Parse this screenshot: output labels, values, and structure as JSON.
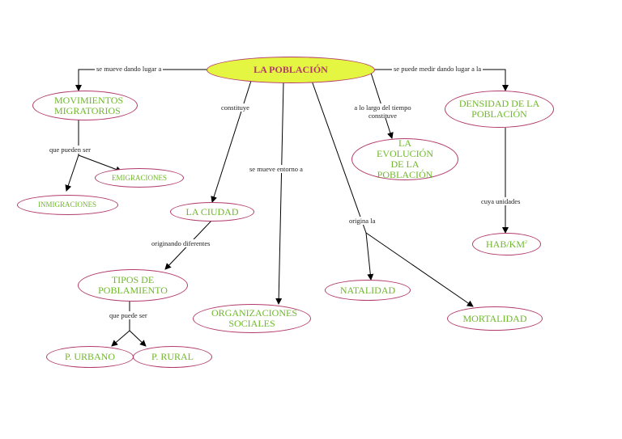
{
  "diagram": {
    "root": "LA POBLACIÓN",
    "nodes": {
      "movimientos": "MOVIMIENTOS MIGRATORIOS",
      "emigraciones": "EMIGRACIONES",
      "inmigraciones": "INMIGRACIONES",
      "ciudad": "LA CIUDAD",
      "tipos": "TIPOS DE POBLAMIENTO",
      "urbano": "P. URBANO",
      "rural": "P. RURAL",
      "organizaciones": "ORGANIZACIONES SOCIALES",
      "evolucion": "LA EVOLUCIÓN DE LA POBLACIÓN",
      "natalidad": "NATALIDAD",
      "mortalidad": "MORTALIDAD",
      "densidad": "DENSIDAD DE LA POBLACIÓN",
      "hab": "HAB/KM",
      "hab_sup": "2"
    },
    "links": {
      "se_mueve": "se mueve dando lugar a",
      "se_puede_medir": "se puede medir dando lugar a la",
      "constituye": "constituye",
      "a_lo_largo": "a lo largo del tiempo constituye",
      "que_pueden_ser": "que pueden ser",
      "se_mueve_entorno": "se mueve entorno a",
      "cuya_unidades": "cuya unidades",
      "origina_la": "origina la",
      "originando": "originando diferentes",
      "que_puede_ser": "que puede ser"
    },
    "colors": {
      "border": "#b23a6a",
      "green_text": "#6fb82a",
      "pink_text": "#b23a6a",
      "root_fill": "#e4f542"
    }
  }
}
